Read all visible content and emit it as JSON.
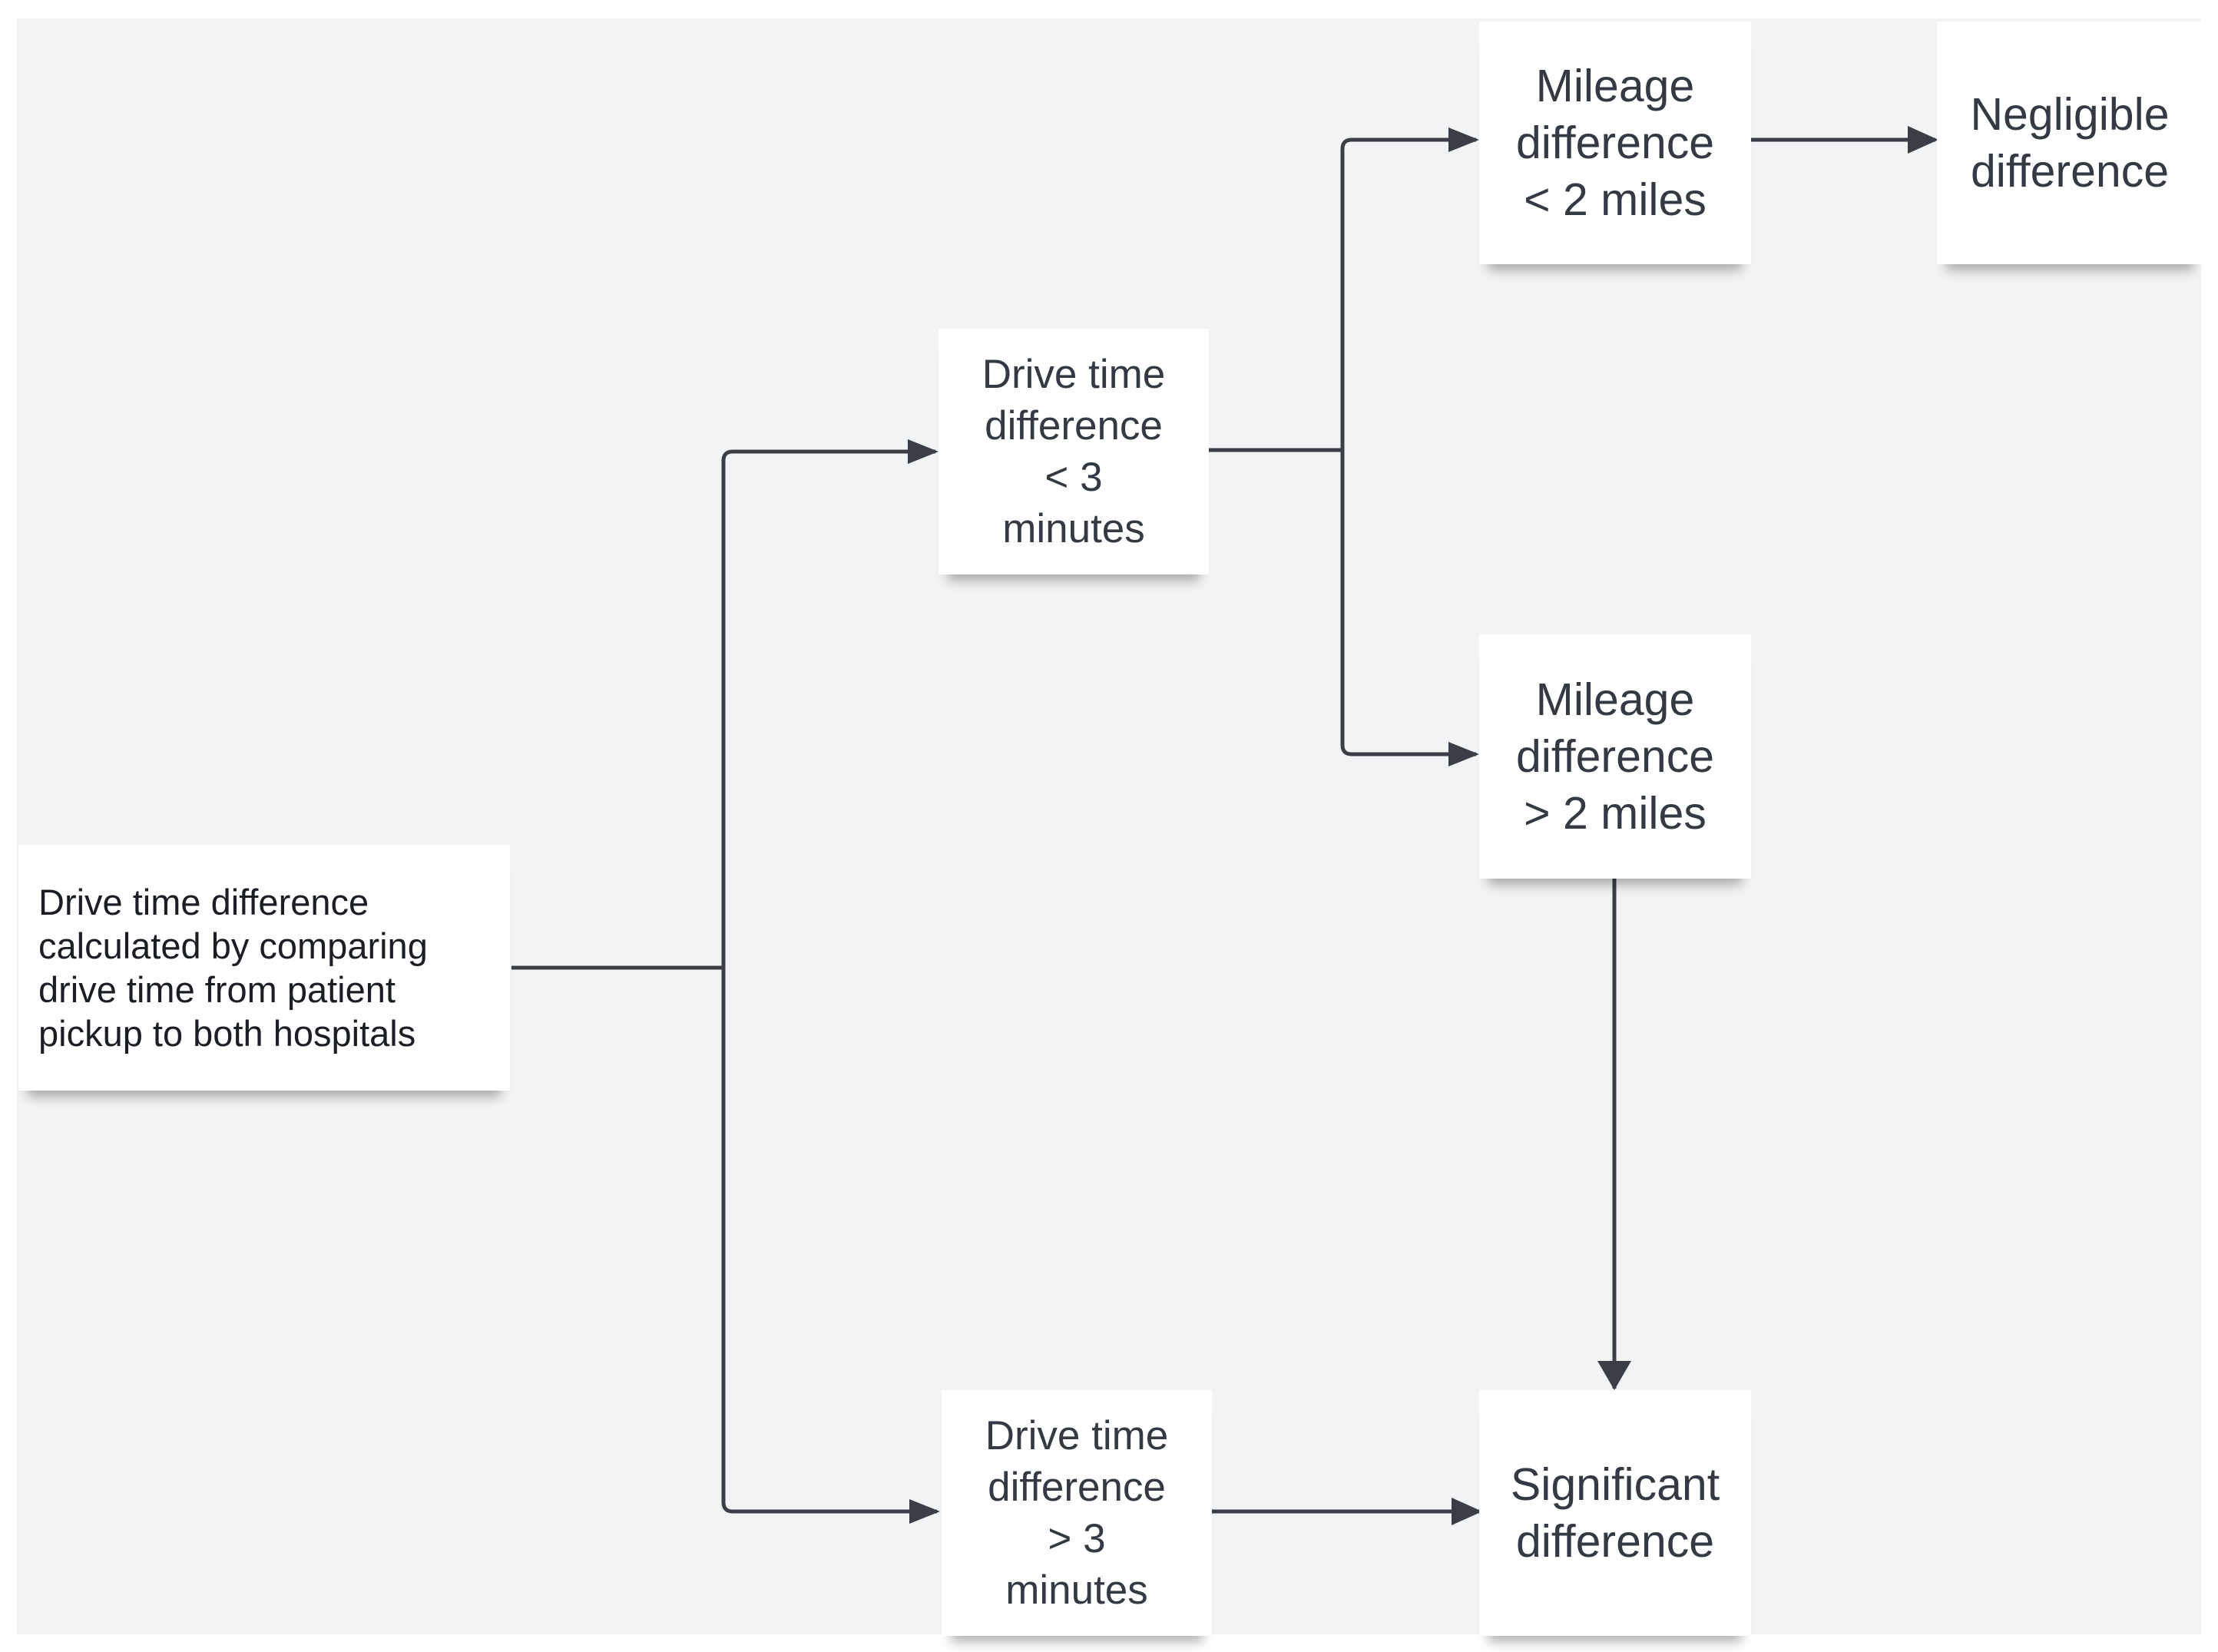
{
  "nodes": {
    "start": "Drive time difference\ncalculated by comparing\ndrive time from patient\npickup to both hospitals",
    "drive_lt3": "Drive time\ndifference\n< 3\nminutes",
    "drive_gt3": "Drive time\ndifference\n> 3\nminutes",
    "mileage_lt2": "Mileage\ndifference\n< 2 miles",
    "mileage_gt2": "Mileage\ndifference\n> 2 miles",
    "negligible": "Negligible\ndifference",
    "significant": "Significant\ndifference"
  },
  "colors": {
    "canvas": "#f1f3f5",
    "box": "#ffffff",
    "line": "#3a3f47",
    "text": "#333a44"
  }
}
